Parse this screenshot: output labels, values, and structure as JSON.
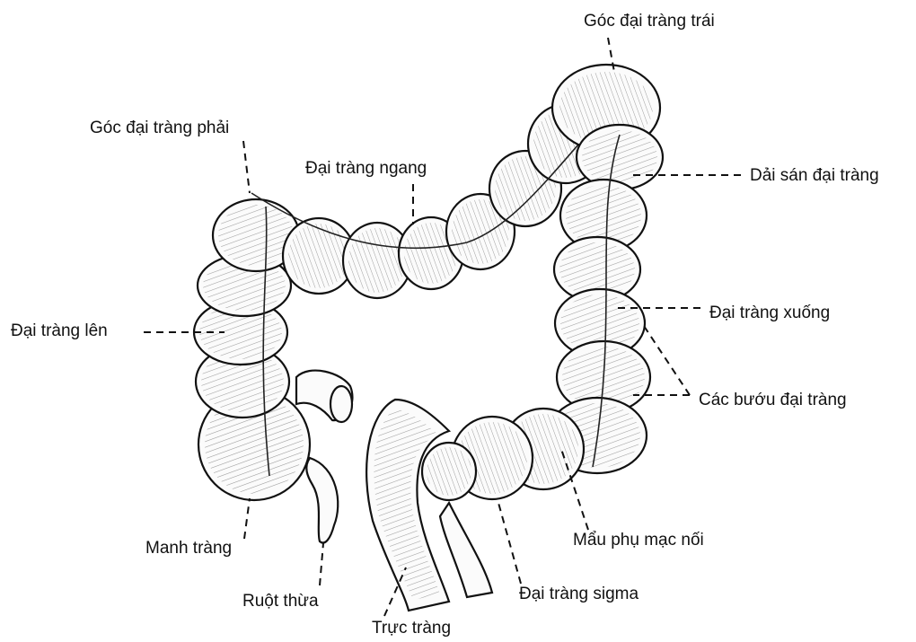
{
  "labels": {
    "left_colic_flexure": "Góc đại tràng trái",
    "right_colic_flexure": "Góc đại tràng phải",
    "transverse_colon": "Đại tràng ngang",
    "taenia_coli": "Dải sán đại tràng",
    "ascending_colon": "Đại tràng lên",
    "descending_colon": "Đại tràng xuống",
    "haustra": "Các bướu đại tràng",
    "cecum": "Manh tràng",
    "epiploic_appendices": "Mẩu phụ mạc nối",
    "appendix": "Ruột thừa",
    "sigmoid_colon": "Đại tràng sigma",
    "rectum": "Trực tràng"
  },
  "colors": {
    "ink": "#111111",
    "background": "#ffffff"
  }
}
